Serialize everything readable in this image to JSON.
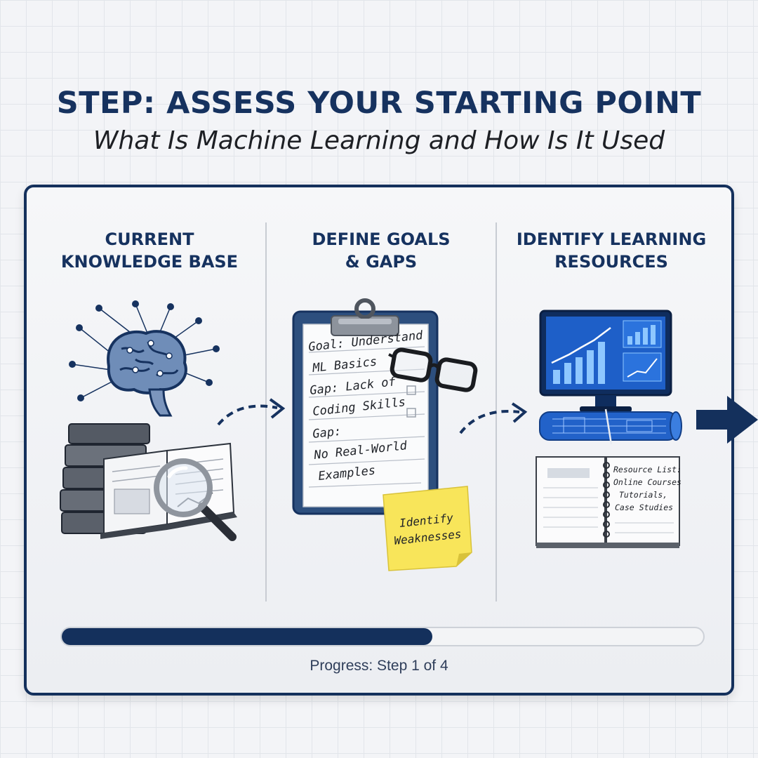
{
  "header": {
    "title": "STEP: ASSESS YOUR STARTING POINT",
    "subtitle": "What Is Machine Learning and How Is It Used"
  },
  "columns": [
    {
      "heading_line1": "CURRENT",
      "heading_line2": "KNOWLEDGE BASE",
      "icons": [
        "brain-network-icon",
        "books-icon",
        "magnifying-glass-icon"
      ]
    },
    {
      "heading_line1": "DEFINE GOALS",
      "heading_line2": "& GAPS",
      "icons": [
        "clipboard-icon",
        "glasses-icon",
        "sticky-note-icon"
      ]
    },
    {
      "heading_line1": "IDENTIFY LEARNING",
      "heading_line2": "RESOURCES",
      "icons": [
        "monitor-chart-icon",
        "blueprint-icon",
        "notebook-icon"
      ]
    }
  ],
  "clipboard": {
    "lines": [
      "Goal: Understand",
      "ML Basics",
      "Gap: Lack of",
      "Coding Skills",
      "Gap:",
      "No Real-World",
      "Examples"
    ]
  },
  "sticky_note": {
    "line1": "Identify",
    "line2": "Weaknesses"
  },
  "notebook": {
    "lines": [
      "Resource List:",
      "Online Courses,",
      "Tutorials,",
      "Case Studies"
    ]
  },
  "progress": {
    "fraction": 0.578,
    "label": "Progress: Step 1 of 4"
  },
  "colors": {
    "navy": "#14305c",
    "accent_blue": "#1e5fc8",
    "sticky_yellow": "#f8e55a"
  }
}
